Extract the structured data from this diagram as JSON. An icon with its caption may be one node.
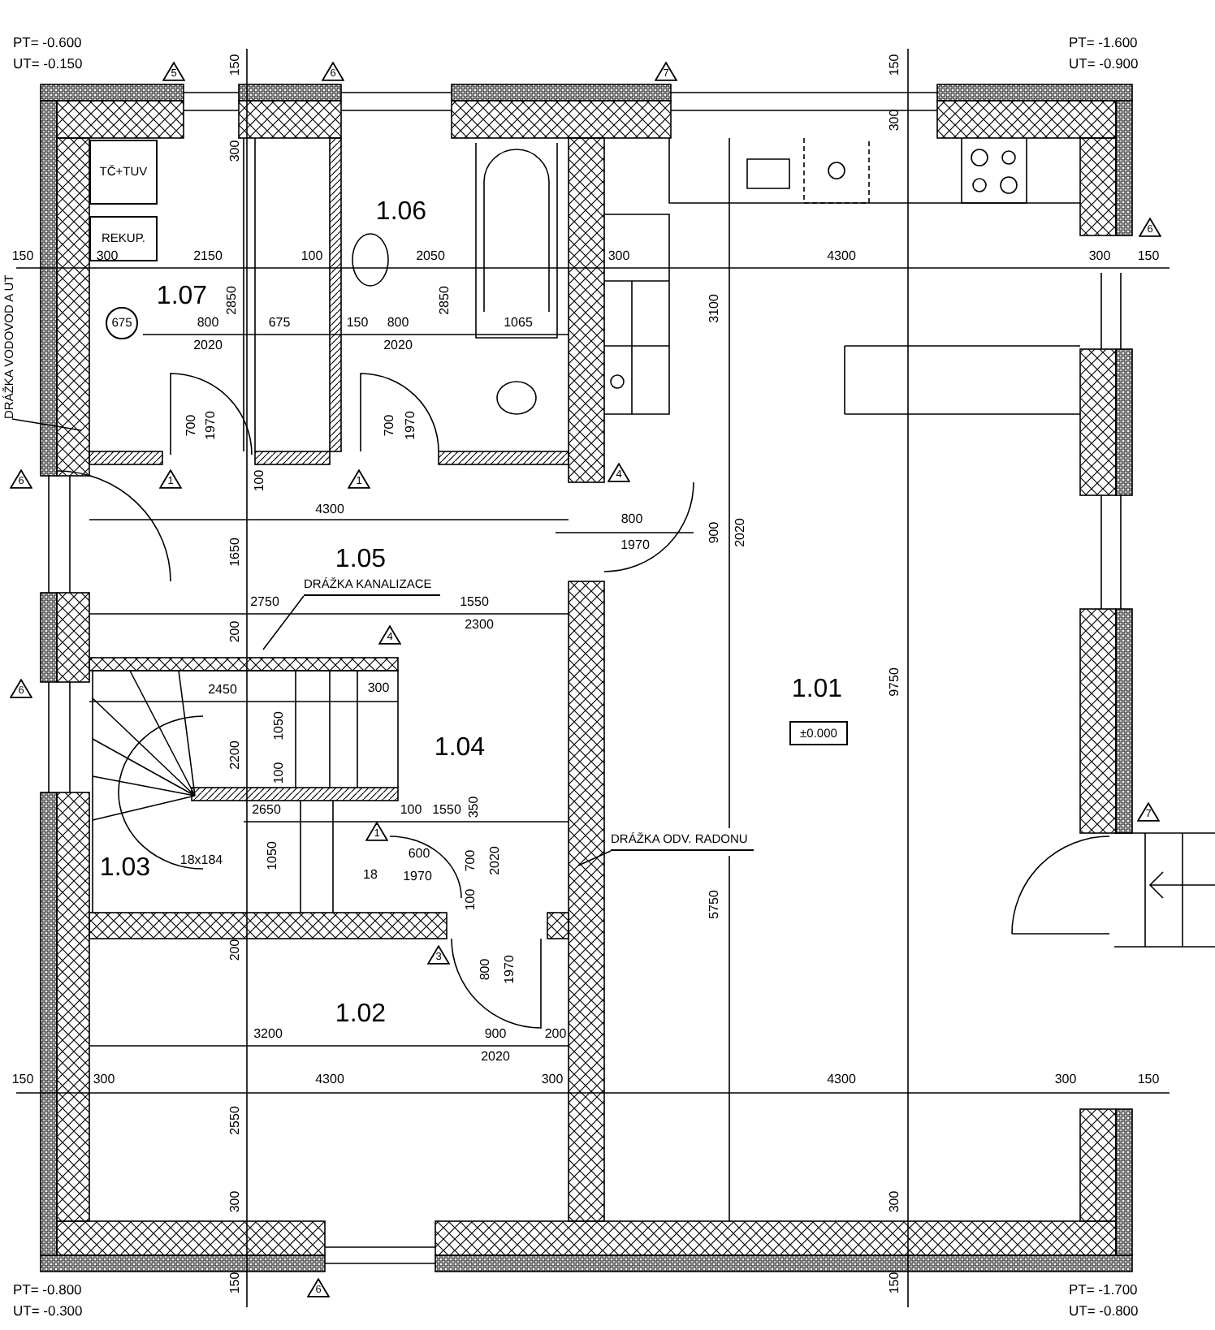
{
  "diagram": {
    "nodes": [
      {
        "text": [
          "1.07"
        ]
      },
      {
        "text": [
          "TČ+TUV"
        ],
        "in": 0
      },
      {
        "text": [
          "REKUP."
        ],
        "in": 0
      },
      {
        "text": [
          "675"
        ],
        "in": 0
      },
      {
        "text": [
          "1.06"
        ]
      },
      {
        "text": [
          "1.01"
        ]
      },
      {
        "text": [
          "±0.000"
        ],
        "in": 5
      },
      {
        "text": [
          "DRÁŽKA VODOVOD A UT"
        ]
      },
      {
        "text": [
          "1.05"
        ]
      },
      {
        "text": [
          "DRÁŽKA KANALIZACE"
        ],
        "in": 8
      },
      {
        "text": [
          "1.04"
        ]
      },
      {
        "text": [
          "1.03"
        ]
      },
      {
        "text": [
          "DRÁŽKA ODV. RADONU"
        ],
        "in": 5
      },
      {
        "text": [
          "1.02"
        ]
      }
    ],
    "edges": [
      {
        "from": 7,
        "to": null,
        "arrow": "none"
      },
      {
        "from": 9,
        "to": null,
        "arrow": "none"
      },
      {
        "from": 12,
        "to": null,
        "arrow": "none"
      }
    ],
    "labels": [
      "PT= -0.600",
      "UT= -0.150",
      "PT= -1.600",
      "UT= -0.900",
      "5",
      "150",
      "6",
      "7",
      "150",
      "300",
      "300",
      "6",
      "150",
      "300",
      "2150",
      "100",
      "2050",
      "300",
      "4300",
      "300",
      "150",
      "2850",
      "2850",
      "3100",
      "800",
      "675",
      "150",
      "800",
      "1065",
      "2020",
      "2020",
      "700",
      "1970",
      "700",
      "1970",
      "6",
      "1",
      "100",
      "1",
      "4",
      "4300",
      "800",
      "900",
      "2020",
      "1970",
      "1650",
      "2750",
      "1550",
      "4",
      "2300",
      "200",
      "9750",
      "6",
      "2450",
      "300",
      "1050",
      "2200",
      "100",
      "350",
      "2650",
      "100",
      "1550",
      "7",
      "1",
      "600",
      "1050",
      "700",
      "2020",
      "18x184",
      "18",
      "1970",
      "100",
      "5750",
      "200",
      "3",
      "800",
      "1970",
      "3200",
      "900",
      "200",
      "2020",
      "150",
      "300",
      "4300",
      "300",
      "4300",
      "300",
      "150",
      "2550",
      "300",
      "300",
      "150",
      "6",
      "150",
      "PT= -0.800",
      "UT= -0.300",
      "PT= -1.700",
      "UT= -0.800"
    ]
  }
}
